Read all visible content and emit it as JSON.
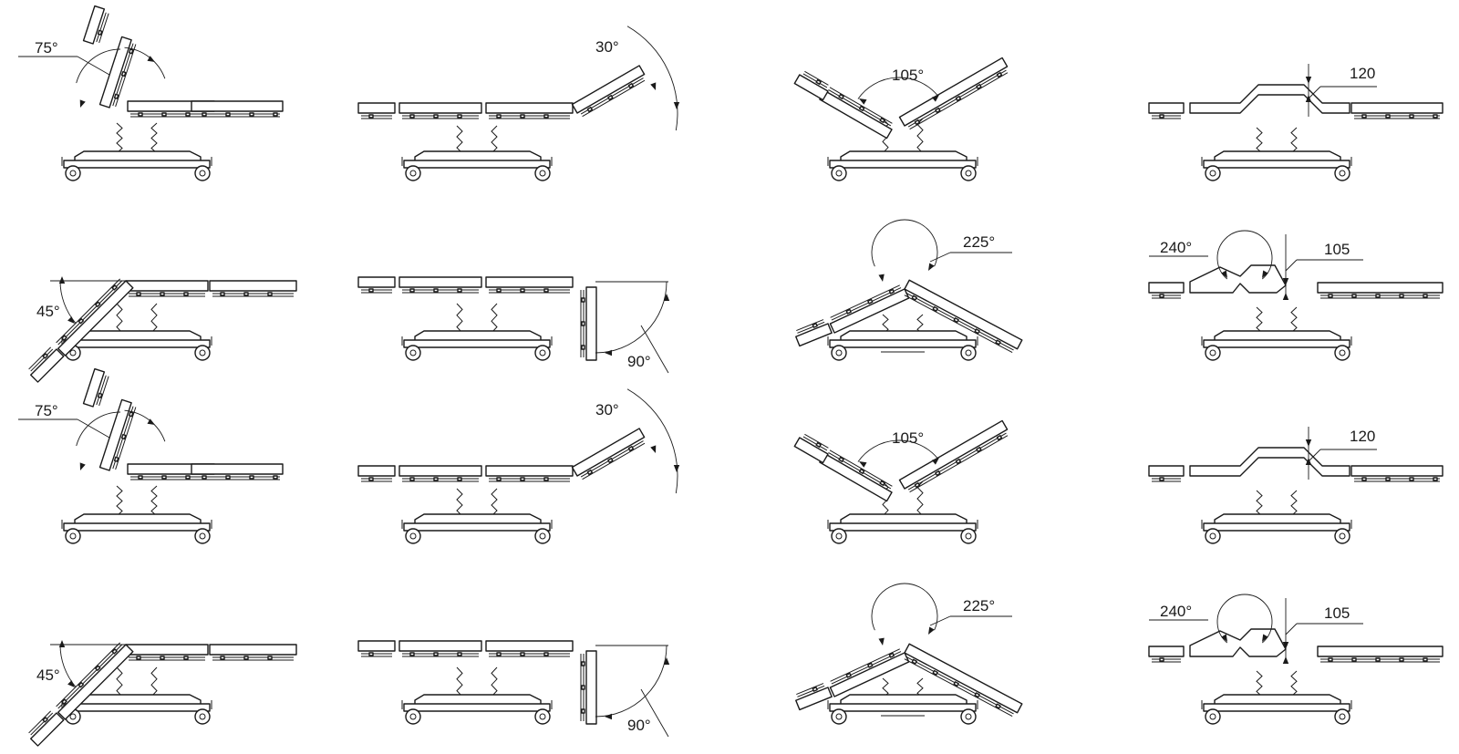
{
  "figure": {
    "rows": [
      {
        "row_id": "row-1",
        "positions": [
          {
            "id": "back-raise",
            "label": "75°",
            "angle_deg": 75,
            "unit": "degree"
          },
          {
            "id": "leg-raise",
            "label": "30°",
            "angle_deg": 30,
            "unit": "degree"
          },
          {
            "id": "flex",
            "label": "105°",
            "angle_deg": 105,
            "unit": "degree"
          },
          {
            "id": "kidney-bridge",
            "label": "120",
            "value": 120,
            "unit": "mm"
          }
        ]
      },
      {
        "row_id": "row-2",
        "positions": [
          {
            "id": "back-lower",
            "label": "45°",
            "angle_deg": 45,
            "unit": "degree"
          },
          {
            "id": "leg-lower",
            "label": "90°",
            "angle_deg": 90,
            "unit": "degree"
          },
          {
            "id": "reflex",
            "label": "225°",
            "angle_deg": 225,
            "unit": "degree"
          },
          {
            "id": "bridge-flex",
            "label": "240°",
            "angle_deg": 240,
            "unit": "degree",
            "secondary_label": "105",
            "secondary_value": 105,
            "secondary_unit": "mm"
          }
        ]
      },
      {
        "row_id": "row-3",
        "positions": [
          {
            "id": "back-raise",
            "label": "75°",
            "angle_deg": 75,
            "unit": "degree"
          },
          {
            "id": "leg-raise",
            "label": "30°",
            "angle_deg": 30,
            "unit": "degree"
          },
          {
            "id": "flex",
            "label": "105°",
            "angle_deg": 105,
            "unit": "degree"
          },
          {
            "id": "kidney-bridge",
            "label": "120",
            "value": 120,
            "unit": "mm"
          }
        ]
      },
      {
        "row_id": "row-4",
        "positions": [
          {
            "id": "back-lower",
            "label": "45°",
            "angle_deg": 45,
            "unit": "degree"
          },
          {
            "id": "leg-lower",
            "label": "90°",
            "angle_deg": 90,
            "unit": "degree"
          },
          {
            "id": "reflex",
            "label": "225°",
            "angle_deg": 225,
            "unit": "degree"
          },
          {
            "id": "bridge-flex",
            "label": "240°",
            "angle_deg": 240,
            "unit": "degree",
            "secondary_label": "105",
            "secondary_value": 105,
            "secondary_unit": "mm"
          }
        ]
      }
    ]
  },
  "colors": {
    "line": "#1a1a1a",
    "background": "#ffffff"
  }
}
